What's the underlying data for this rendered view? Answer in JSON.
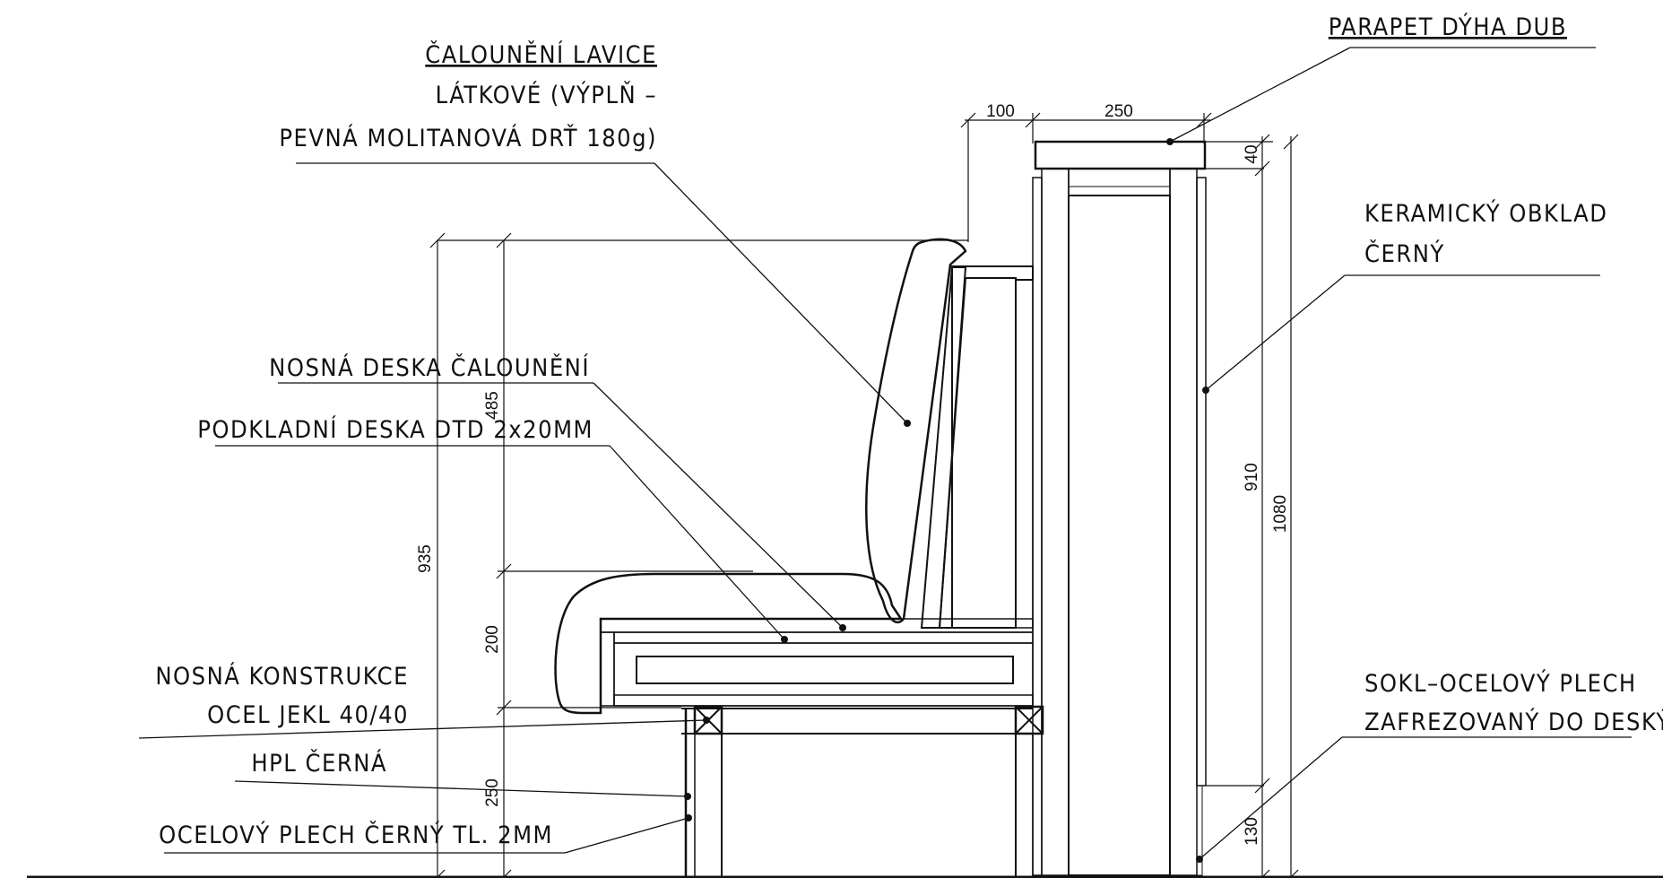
{
  "labels": {
    "upholstery": [
      "ČALOUNĚNÍ LAVICE",
      "LÁTKOVÉ (VÝPLŇ –",
      "PEVNÁ MOLITANOVÁ DRŤ 180g)"
    ],
    "parapet": "PARAPET DÝHA DUB",
    "tiles": [
      "KERAMICKÝ OBKLAD",
      "ČERNÝ"
    ],
    "support_board": "NOSNÁ DESKA ČALOUNĚNÍ",
    "base_board": "PODKLADNÍ DESKA DTD 2x20MM",
    "structure": [
      "NOSNÁ KONSTRUKCE",
      "OCEL JEKL 40/40"
    ],
    "hpl": "HPL ČERNÁ",
    "steel_sheet": "OCELOVÝ PLECH ČERNÝ TL. 2MM",
    "plinth": [
      "SOKL–OCELOVÝ PLECH",
      "ZAFREZOVANÝ DO DESKÝ"
    ]
  },
  "dimensions": {
    "d100": "100",
    "d250_top": "250",
    "d40": "40",
    "d485": "485",
    "d935": "935",
    "d200": "200",
    "d250_left": "250",
    "d910": "910",
    "d1080": "1080",
    "d130": "130"
  }
}
